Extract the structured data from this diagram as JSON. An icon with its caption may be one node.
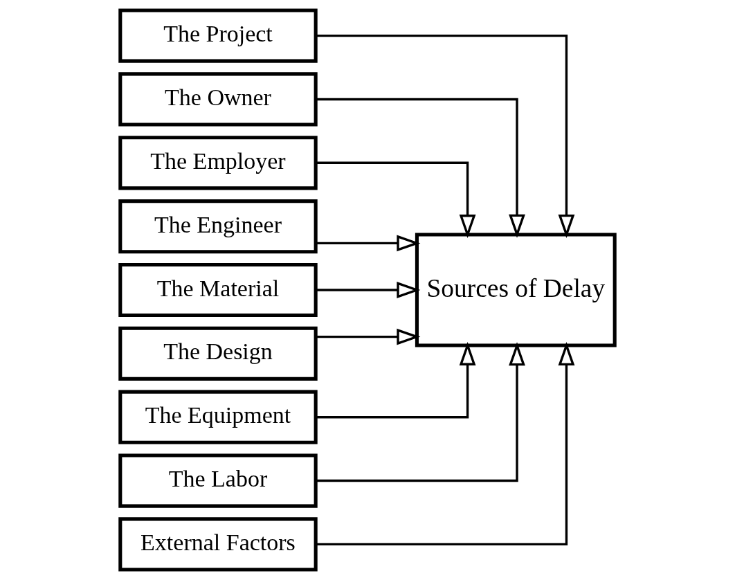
{
  "diagram": {
    "nodes": [
      {
        "text": [
          "The Project"
        ]
      },
      {
        "text": [
          "The Owner"
        ]
      },
      {
        "text": [
          "The Employer"
        ]
      },
      {
        "text": [
          "The Engineer"
        ]
      },
      {
        "text": [
          "The Material"
        ]
      },
      {
        "text": [
          "The Design"
        ]
      },
      {
        "text": [
          "The Equipment"
        ]
      },
      {
        "text": [
          "The Labor"
        ]
      },
      {
        "text": [
          "External Factors"
        ]
      },
      {
        "text": [
          "Sources of Delay"
        ]
      }
    ],
    "edges": [
      {
        "from": 0,
        "to": 9,
        "arrow": "to"
      },
      {
        "from": 1,
        "to": 9,
        "arrow": "to"
      },
      {
        "from": 2,
        "to": 9,
        "arrow": "to"
      },
      {
        "from": 3,
        "to": 9,
        "arrow": "to"
      },
      {
        "from": 4,
        "to": 9,
        "arrow": "to"
      },
      {
        "from": 5,
        "to": 9,
        "arrow": "to"
      },
      {
        "from": 6,
        "to": 9,
        "arrow": "to"
      },
      {
        "from": 7,
        "to": 9,
        "arrow": "to"
      },
      {
        "from": 8,
        "to": 9,
        "arrow": "to"
      }
    ]
  }
}
